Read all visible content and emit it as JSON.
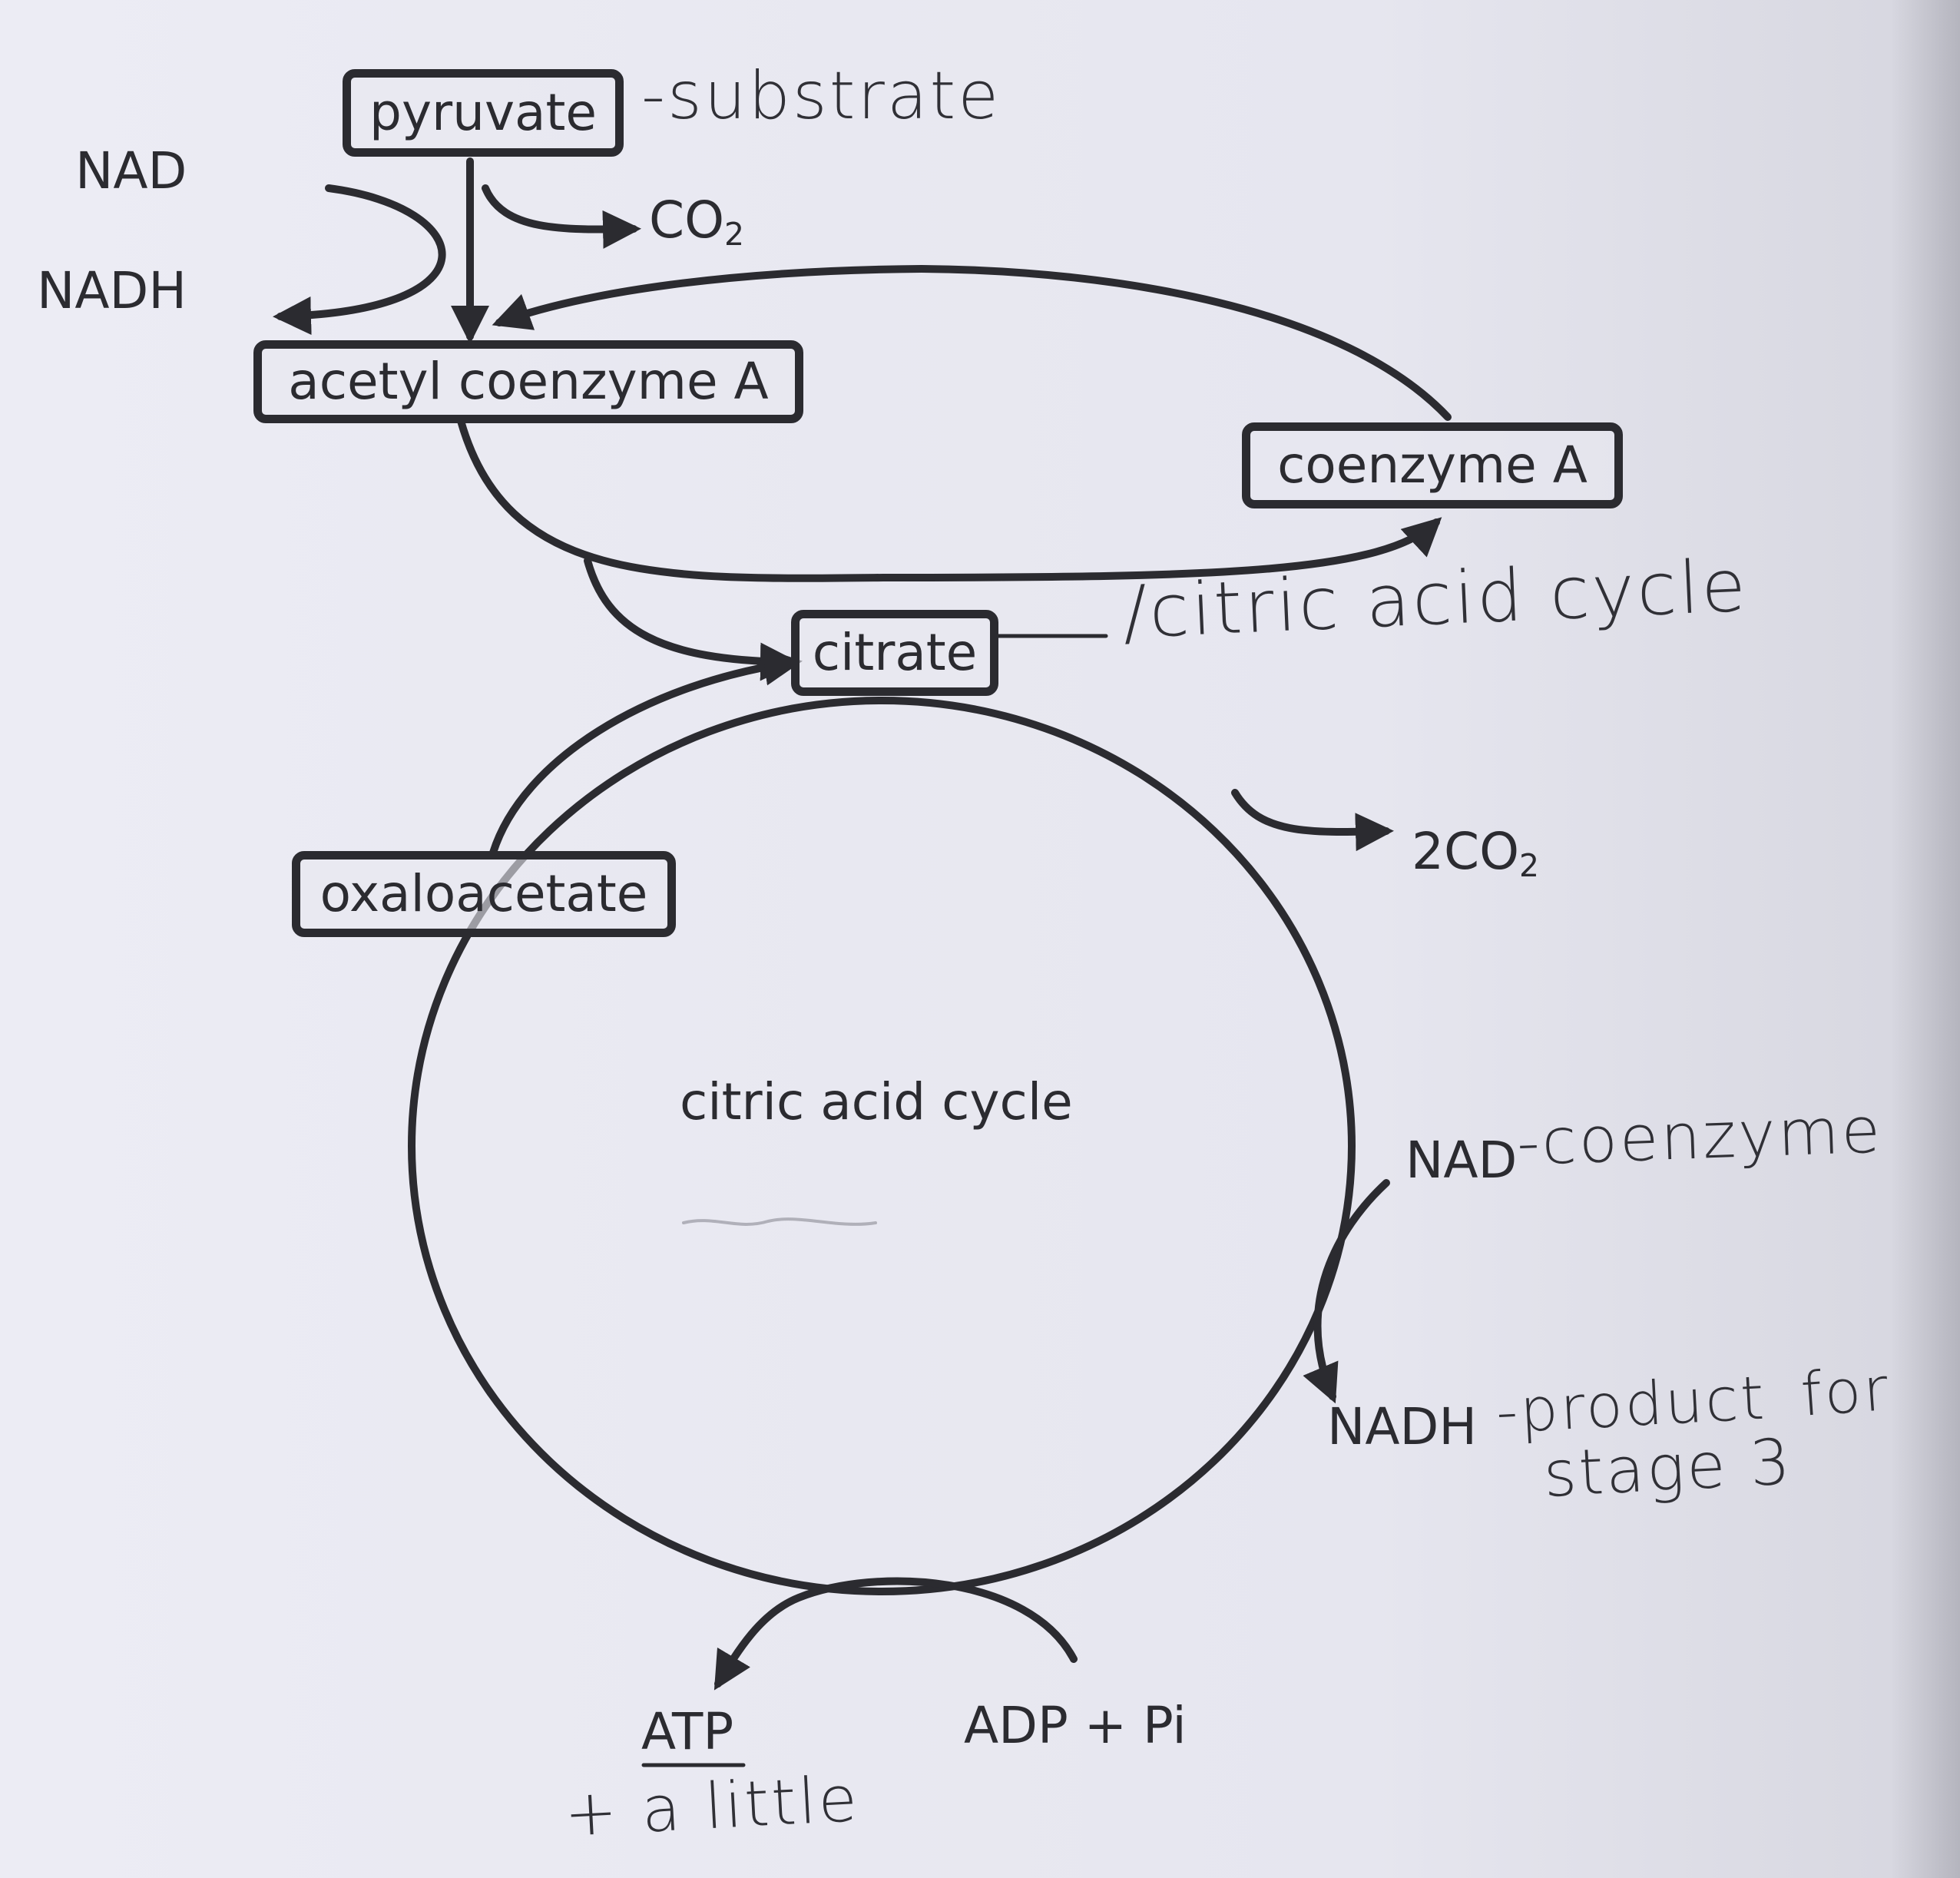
{
  "boxes": {
    "pyruvate": "pyruvate",
    "acetyl_coa": "acetyl coenzyme A",
    "coenzyme_a": "coenzyme A",
    "citrate": "citrate",
    "oxaloacetate": "oxaloacetate"
  },
  "labels": {
    "nad_top": "NAD",
    "nadh_top": "NADH",
    "co2_main": "CO",
    "co2_sub": "2",
    "two_co2_main": "2CO",
    "two_co2_sub": "2",
    "cycle_center": "citric acid cycle",
    "nad_right": "NAD",
    "nadh_right": "NADH",
    "atp": "ATP",
    "adp_pi": "ADP + Pi"
  },
  "annotations": {
    "substrate": "-substrate",
    "citric_acid_cycle": "/citric acid cycle",
    "coenzyme": "-coenzyme",
    "product": "-product",
    "for_stage_1": "for",
    "for_stage_2": "stage 3",
    "a_little": "+ a little"
  }
}
